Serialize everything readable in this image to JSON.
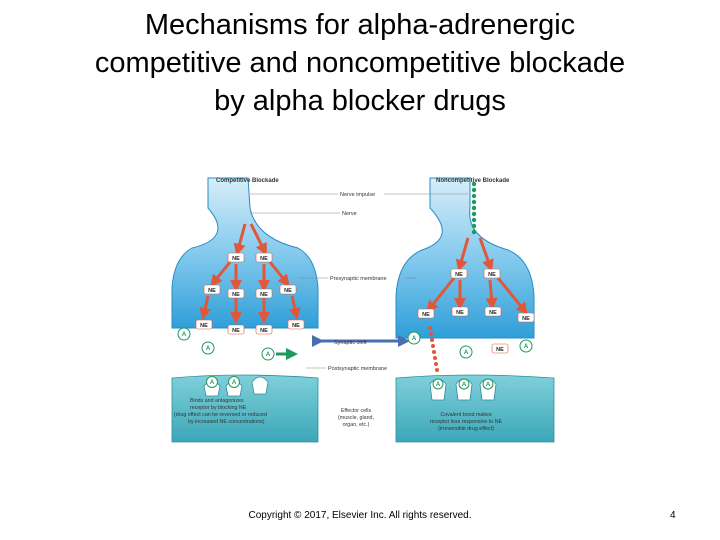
{
  "slide": {
    "title_line1": "Mechanisms for alpha-adrenergic",
    "title_line2": "competitive and noncompetitive blockade",
    "title_line3": "by alpha blocker drugs",
    "copyright": "Copyright © 2017, Elsevier Inc. All rights reserved.",
    "page_number": "4"
  },
  "diagram": {
    "left_heading": "Competitive Blockade",
    "right_heading": "Noncompetitive Blockade",
    "nerve_impulse": "Nerve impulse",
    "nerve": "Nerve",
    "presynaptic": "Presynaptic membrane",
    "synaptic_cleft": "Synaptic cleft",
    "postsynaptic": "Postsynaptic membrane",
    "effector_line1": "Effector cells",
    "effector_line2": "(muscle, gland,",
    "effector_line3": "organ, etc.)",
    "left_note_line1": "Binds and antagonizes",
    "left_note_line2": "receptor by blocking NE",
    "left_note_line3": "(drug effect can be reversed or reduced",
    "left_note_line4": "by increased NE concentrations)",
    "right_note_line1": "Covalent bond makes",
    "right_note_line2": "receptor less responsive to NE",
    "right_note_line3": "(irreversible drug effect)",
    "ne_label": "NE",
    "antagonist_label": "A",
    "colors": {
      "neuron_top": "#bfe3f5",
      "neuron_bottom": "#3aa8e0",
      "effector": "#5bbcc9",
      "arrow": "#e0573a",
      "antagonist": "#1e9a5a"
    }
  }
}
